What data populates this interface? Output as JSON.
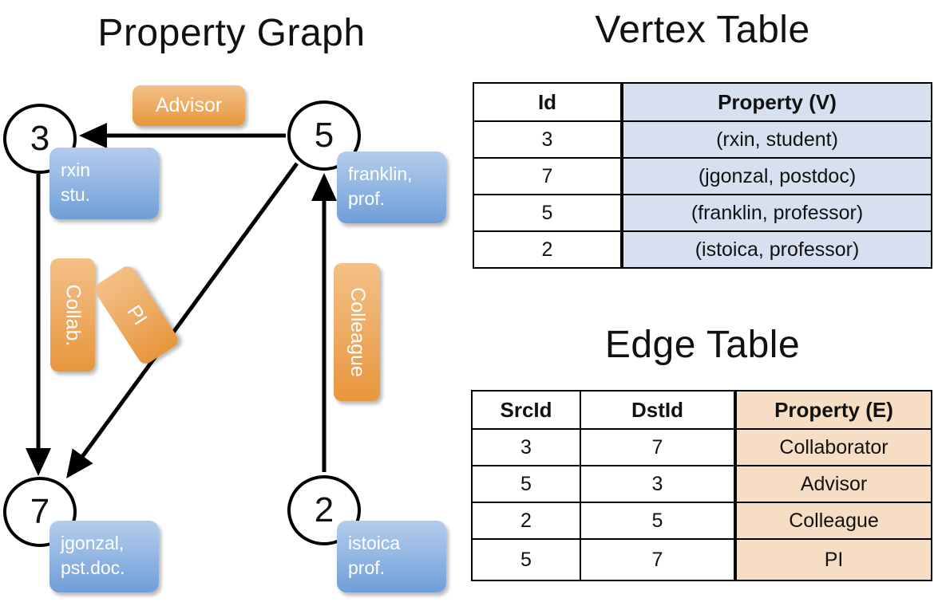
{
  "graph": {
    "title": "Property Graph",
    "nodes": [
      {
        "id": "3",
        "prop_line1": "rxin",
        "prop_line2": "stu."
      },
      {
        "id": "5",
        "prop_line1": "franklin,",
        "prop_line2": "prof."
      },
      {
        "id": "7",
        "prop_line1": "jgonzal,",
        "prop_line2": "pst.doc."
      },
      {
        "id": "2",
        "prop_line1": "istoica",
        "prop_line2": "prof."
      }
    ],
    "edge_labels": {
      "advisor": "Advisor",
      "collab": "Collab.",
      "pi": "PI",
      "colleague": "Colleague"
    },
    "colors": {
      "node_fill": "#ffffff",
      "node_stroke": "#000000",
      "vertex_box": "#8fb5e0",
      "edge_box": "#eead68",
      "arrow": "#000000"
    }
  },
  "vertex_table": {
    "title": "Vertex Table",
    "headers": [
      "Id",
      "Property (V)"
    ],
    "rows": [
      {
        "id": "3",
        "property": "(rxin, student)"
      },
      {
        "id": "7",
        "property": "(jgonzal, postdoc)"
      },
      {
        "id": "5",
        "property": "(franklin, professor)"
      },
      {
        "id": "2",
        "property": "(istoica, professor)"
      }
    ],
    "prop_column_color": "#d6e0f0"
  },
  "edge_table": {
    "title": "Edge Table",
    "headers": [
      "SrcId",
      "DstId",
      "Property (E)"
    ],
    "rows": [
      {
        "src": "3",
        "dst": "7",
        "property": "Collaborator"
      },
      {
        "src": "5",
        "dst": "3",
        "property": "Advisor"
      },
      {
        "src": "2",
        "dst": "5",
        "property": "Colleague"
      },
      {
        "src": "5",
        "dst": "7",
        "property": "PI"
      }
    ],
    "prop_column_color": "#f6ddc3"
  }
}
